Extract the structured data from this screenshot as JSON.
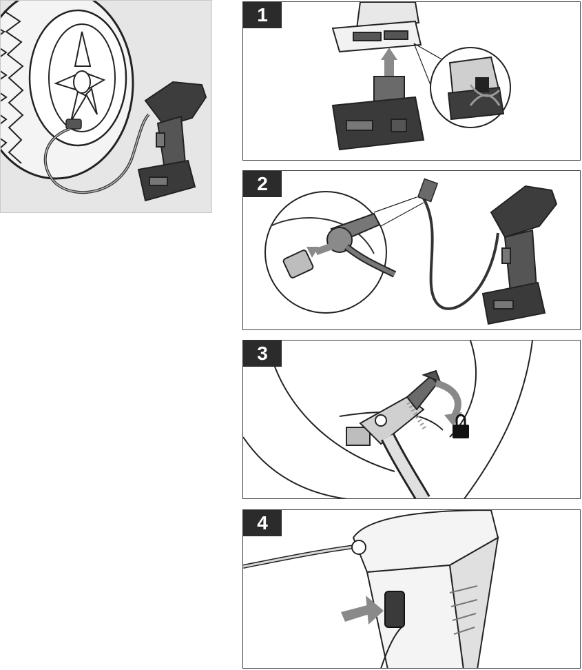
{
  "steps": [
    {
      "number": "1",
      "icon": "battery-insert-arrow-icon"
    },
    {
      "number": "2",
      "icon": "hose-to-valve-arrow-icon"
    },
    {
      "number": "3",
      "icon": "lock-icon"
    },
    {
      "number": "4",
      "icon": "power-button-arrow-icon"
    }
  ],
  "colors": {
    "badge": "#2b2b2b",
    "panel_border": "#3a3a3a",
    "overview_bg": "#e6e6e6",
    "arrow": "#8a8a8a"
  }
}
